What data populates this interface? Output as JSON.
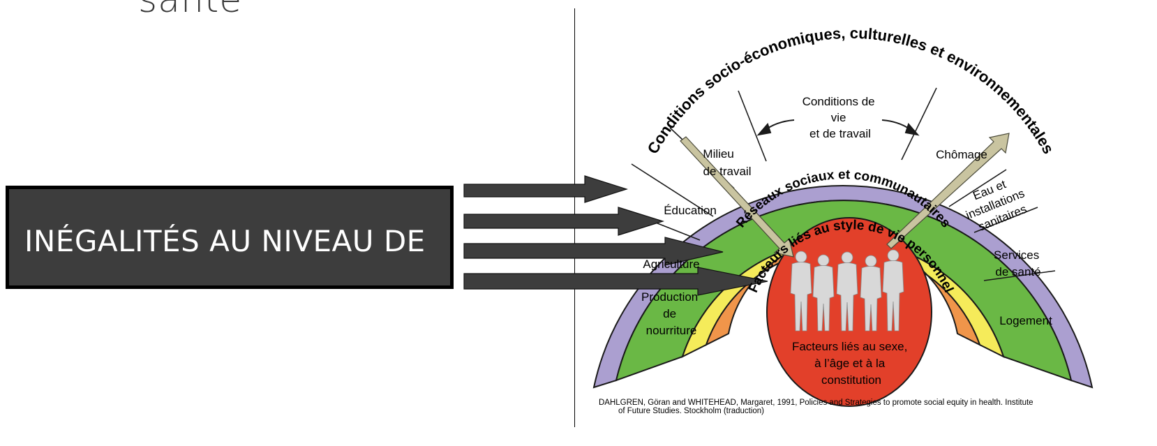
{
  "slide": {
    "title_fragment": "santé",
    "box_text": "INÉGALITÉS AU NIVEAU DE"
  },
  "diagram": {
    "outer_ring": "Conditions socio-économiques, culturelles et environnementales",
    "community_ring": "Réseaux sociaux et communautaires",
    "lifestyle_ring": "Facteurs liés au style de vie personnel",
    "core": [
      "Facteurs liés au sexe,",
      "à l’âge et à la",
      "constitution"
    ],
    "sectors": {
      "living_conditions": [
        "Conditions de",
        "vie",
        "et de travail"
      ],
      "work_environment": [
        "Milieu",
        "de travail"
      ],
      "education": [
        "Éducation"
      ],
      "agriculture": [
        "Agriculture"
      ],
      "food_production": [
        "Production",
        "de",
        "nourriture"
      ],
      "unemployment": [
        "Chômage"
      ],
      "water_sanitation": [
        "Eau et",
        "installations",
        "sanitaires"
      ],
      "health_services": [
        "Services",
        "de santé"
      ],
      "housing": [
        "Logement"
      ]
    },
    "colors": {
      "outer": "#ab9fd0",
      "sectors": "#6ab845",
      "community": "#f5eb5a",
      "lifestyle": "#f0954a",
      "core": "#e2402a",
      "silhouettes": "#d8d8d8",
      "gray_arrow": "#c9c4a0",
      "slide_box": "#3d3d3d"
    }
  },
  "citation": [
    "DAHLGREN, Göran and WHITEHEAD, Margaret, 1991, Policies and Strategies to promote social equity in health. Institute",
    "of Future Studies. Stockholm (traduction)"
  ]
}
